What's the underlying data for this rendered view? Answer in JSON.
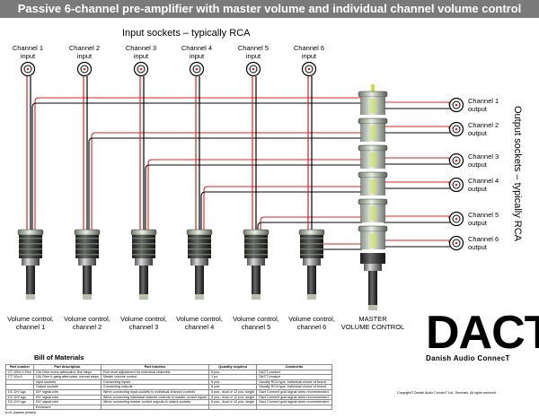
{
  "title": "Passive 6-channel pre-amplifier with master volume and individual channel volume control",
  "input_group_label": "Input sockets – typically RCA",
  "output_group_label": "Output sockets – typically RCA",
  "inputs": [
    {
      "line1": "Channel 1",
      "line2": "input"
    },
    {
      "line1": "Channel 2",
      "line2": "input"
    },
    {
      "line1": "Channel 3",
      "line2": "input"
    },
    {
      "line1": "Channel 4",
      "line2": "input"
    },
    {
      "line1": "Channel 5",
      "line2": "input"
    },
    {
      "line1": "Channel 6",
      "line2": "input"
    }
  ],
  "outputs": [
    {
      "line1": "Channel 1",
      "line2": "output"
    },
    {
      "line1": "Channel 2",
      "line2": "output"
    },
    {
      "line1": "Channel 3",
      "line2": "output"
    },
    {
      "line1": "Channel 4",
      "line2": "output"
    },
    {
      "line1": "Channel 5",
      "line2": "output"
    },
    {
      "line1": "Channel 6",
      "line2": "output"
    }
  ],
  "channel_controls": [
    {
      "line1": "Volume control,",
      "line2": "channel 1"
    },
    {
      "line1": "Volume control,",
      "line2": "channel 2"
    },
    {
      "line1": "Volume control,",
      "line2": "channel 3"
    },
    {
      "line1": "Volume control,",
      "line2": "channel 4"
    },
    {
      "line1": "Volume control,",
      "line2": "channel 5"
    },
    {
      "line1": "Volume control,",
      "line2": "channel 6"
    }
  ],
  "master_control": {
    "line1": "MASTER",
    "line2": "VOLUME CONTROL"
  },
  "bom": {
    "title": "Bill of Materials",
    "headers": [
      "Part number",
      "Part description",
      "Part function",
      "Quantity required",
      "Comments"
    ],
    "rows": [
      [
        "CT-100x-1-Res",
        "10k Ohm mono attenuator, fine steps",
        "Fine level adjustment for individual channels",
        "6 pcs.",
        "DACT product"
      ],
      [
        "CT-10x-6",
        "10k Ohm 6-gang attenuator, normal steps",
        "Master volume control",
        "1 pc.",
        "DACT product"
      ],
      [
        "",
        "Input sockets",
        "Connecting inputs",
        "6 pcs.",
        "Usually RCA type, individual choice of brand."
      ],
      [
        "",
        "Output sockets",
        "Connecting outputs",
        "6 pcs.",
        "Usually RCA type, individual choice of brand."
      ],
      [
        "DC-DIY-sgx",
        "DIY signal wire",
        "Wires connecting input sockets to individual channel controls",
        "6 pcs., dual or 12 pcs. single",
        "Dact Connect gold signal wires recommended."
      ],
      [
        "DC-DIY-sgx",
        "DIY signal wire",
        "Wires connecting individual channel controls to master control inputs",
        "6 pcs., dual or 12 pcs. single",
        "Dact Connect gold signal wires recommended."
      ],
      [
        "DC-DIY-sgx",
        "DIY signal wire",
        "Wires connecting master control outputs to output sockets",
        "6 pcs., dual or 12 pcs. single",
        "Dact Connect gold signal wires recommended."
      ],
      [
        "",
        "Enclosure",
        "",
        "",
        ""
      ]
    ]
  },
  "logo": {
    "word": "DACT",
    "sub": "Danish Audio ConnecT"
  },
  "copyright": "Copyright© Danish Audio ConnecT Ltd., Denmark. All rights reserved.",
  "footnote": "6-ch. passive preamp",
  "colors": {
    "title_bar": "#7a7a7a",
    "hot_wire": "#e02020",
    "ground_wire": "#000000",
    "knob_body": "#3a3a3a",
    "knob_light": "#a8b8a0",
    "master_accent": "#c8e040"
  }
}
